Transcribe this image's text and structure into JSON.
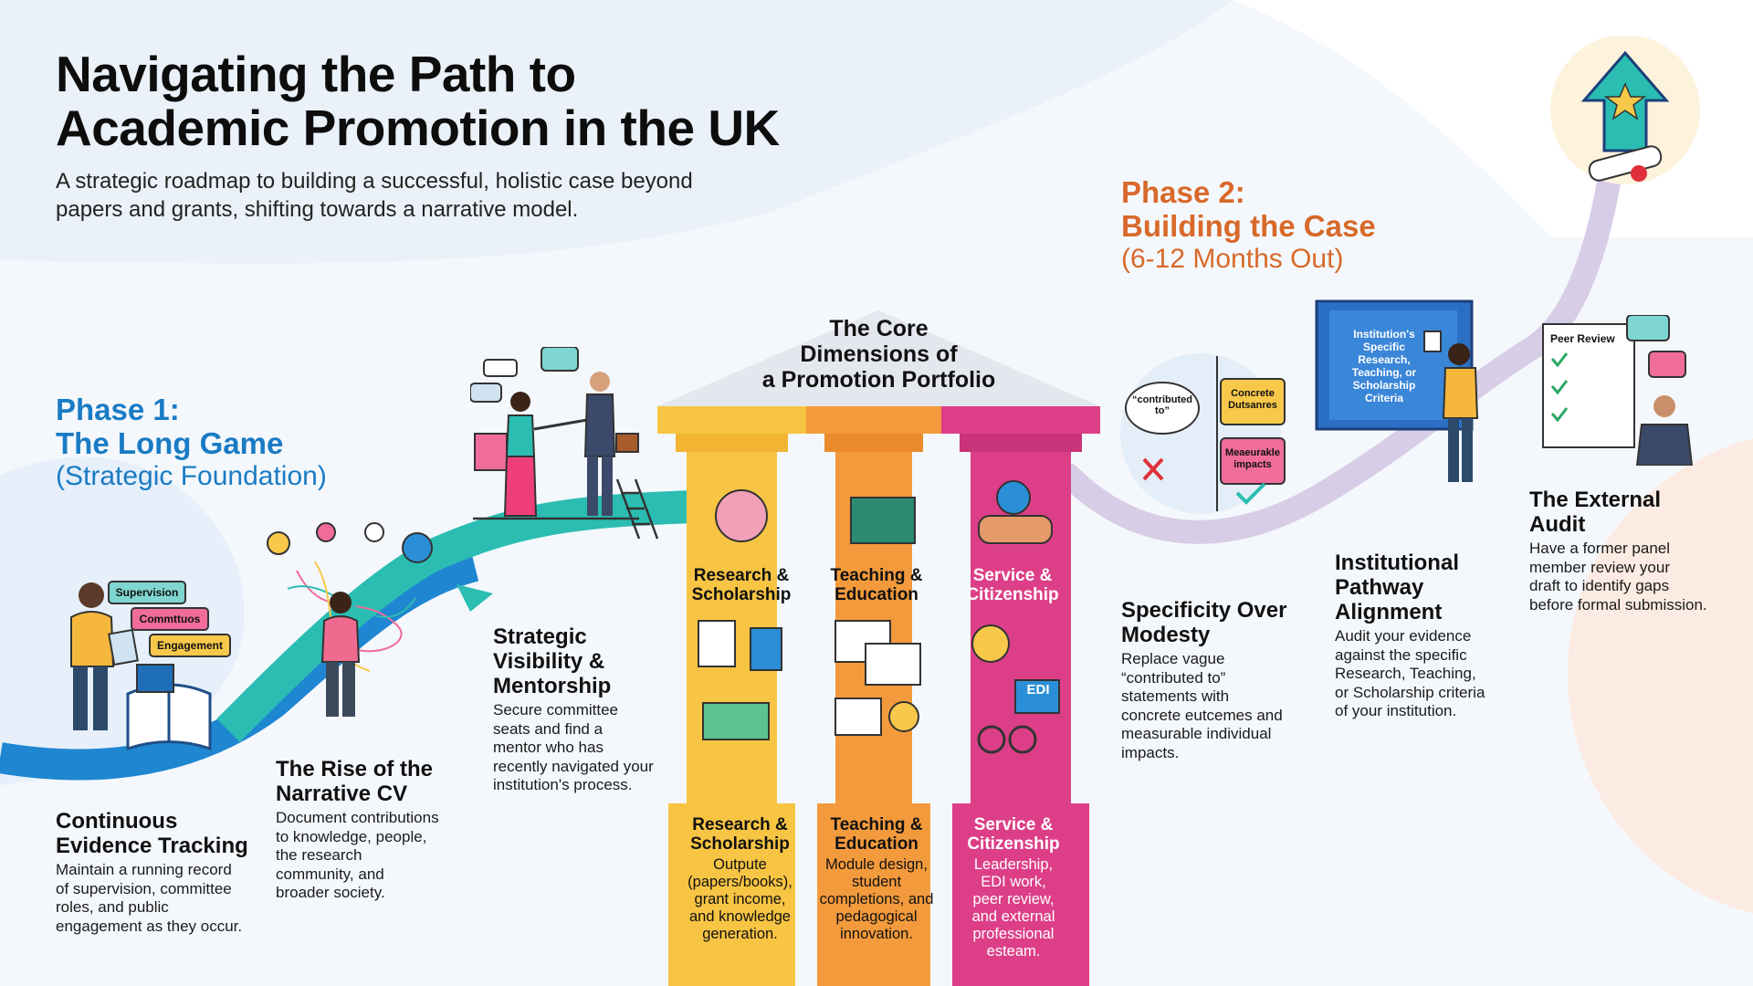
{
  "header": {
    "title_line1": "Navigating the Path to",
    "title_line2": "Academic Promotion in the UK",
    "subtitle_line1": "A strategic roadmap to building a successful, holistic case beyond",
    "subtitle_line2": "papers and grants, shifting towards a narrative model."
  },
  "phase1": {
    "label": "Phase 1:",
    "name": "The Long Game",
    "detail": "(Strategic Foundation)"
  },
  "phase2": {
    "label": "Phase 2:",
    "name": "Building the Case",
    "detail": "(6-12 Months Out)"
  },
  "steps": [
    {
      "title_line1": "Continuous",
      "title_line2": "Evidence Tracking",
      "desc": [
        "Maintain a running record",
        "of supervision, committee",
        "roles, and public",
        "engagement as they occur."
      ]
    },
    {
      "title_line1": "The Rise of the",
      "title_line2": "Narrative CV",
      "desc": [
        "Document contributions",
        "to knowledge, people,",
        "the research",
        "community, and",
        "broader society."
      ]
    },
    {
      "title_line1": "Strategic",
      "title_line2": "Visibility &",
      "title_line3": "Mentorship",
      "desc": [
        "Secure committee",
        "seats and find a",
        "mentor who has",
        "recently navigated your",
        "institution's process."
      ]
    },
    {
      "title_line1": "Specificity Over",
      "title_line2": "Modesty",
      "desc": [
        "Replace vague",
        "“contributed to”",
        "statements with",
        "concrete eutcemes and",
        "measurable individual",
        "impacts."
      ]
    },
    {
      "title_line1": "Institutional",
      "title_line2": "Pathway",
      "title_line3": "Alignment",
      "desc": [
        "Audit your evidence",
        "against the specific",
        "Research, Teaching,",
        "or Scholarship criteria",
        "of your institution."
      ]
    },
    {
      "title_line1": "The External",
      "title_line2": "Audit",
      "desc": [
        "Have a former panel",
        "member review your",
        "draft to identify gaps",
        "before formal submission."
      ]
    }
  ],
  "portfolio": {
    "title_line1": "The Core",
    "title_line2": "Dimensions of",
    "title_line3": "a Promotion Portfolio",
    "columns": [
      {
        "label_line1": "Research &",
        "label_line2": "Scholarship",
        "base_line1": "Research &",
        "base_line2": "Scholarship",
        "desc": [
          "Outpute",
          "(papers/books),",
          "grant income,",
          "and knowledge",
          "generation."
        ],
        "color": "#f7c443"
      },
      {
        "label_line1": "Teaching &",
        "label_line2": "Education",
        "base_line1": "Teaching &",
        "base_line2": "Education",
        "desc": [
          "Module design,",
          "student",
          "completions, and",
          "pedagogical",
          "innovation."
        ],
        "color": "#f39a3c"
      },
      {
        "label_line1": "Service &",
        "label_line2": "Citizenship",
        "base_line1": "Service &",
        "base_line2": "Citizenship",
        "desc": [
          "Leadership,",
          "EDI work,",
          "peer review,",
          "and external",
          "professional",
          "esteam."
        ],
        "color": "#dc3f87"
      }
    ]
  },
  "tags": {
    "supervision": "Supervision",
    "committees": "Commttuos",
    "engagement": "Engagement"
  },
  "specificity_panel": {
    "vague": "“contributed to”",
    "concrete": "Concrete Dutsanres",
    "measurable": "Meaeurakle impacts"
  },
  "criteria_board": {
    "line1": "Institution's",
    "line2": "Specific",
    "line3": "Research,",
    "line4": "Teaching, or",
    "line5": "Scholarship",
    "line6": "Criteria"
  },
  "peer_review": {
    "label": "Peer Review"
  },
  "edi_badge": "EDI",
  "colors": {
    "phase1": "#1a7bc4",
    "phase2": "#d8692a",
    "research": "#f7c443",
    "teaching": "#f39a3c",
    "service": "#dc3f87",
    "path_blue": "#1f86d1",
    "path_teal": "#2bbdb2",
    "path_lavender": "#d7cde6"
  }
}
